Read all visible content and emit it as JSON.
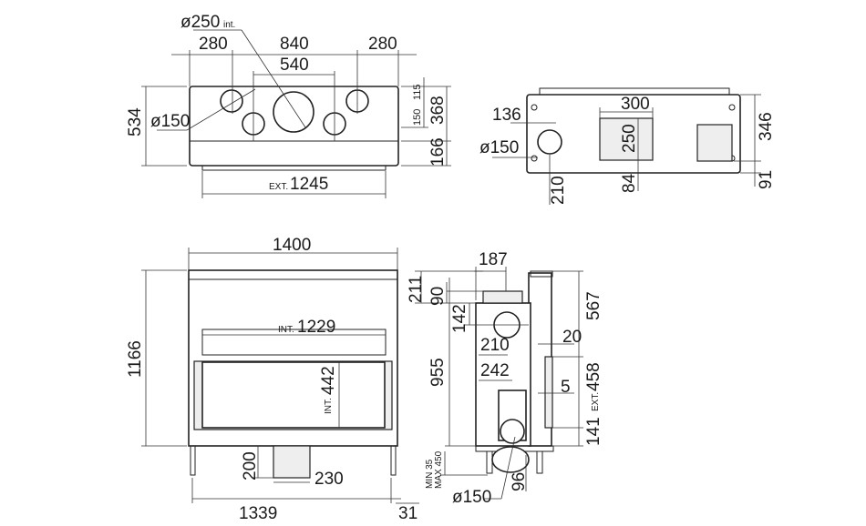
{
  "top_view": {
    "d250": "ø250",
    "d250_suffix": "int.",
    "w280a": "280",
    "w840": "840",
    "w280b": "280",
    "w540": "540",
    "d150": "ø150",
    "h534": "534",
    "h150": "150",
    "h115": "115",
    "h368": "368",
    "h166": "166",
    "ext_prefix": "EXT.",
    "ext1245": "1245"
  },
  "rear_view": {
    "w136": "136",
    "d150": "ø150",
    "w300": "300",
    "h250": "250",
    "h84": "84",
    "h210": "210",
    "h346": "346",
    "h91": "91"
  },
  "front_view": {
    "w1400": "1400",
    "h1166": "1166",
    "int_prefix": "INT.",
    "int1229": "1229",
    "int442": "442",
    "h200": "200",
    "w230": "230",
    "w1339": "1339",
    "w31": "31"
  },
  "side_view": {
    "w187": "187",
    "h211": "211",
    "h90": "90",
    "h142": "142",
    "w210": "210",
    "w242": "242",
    "h955": "955",
    "h567": "567",
    "w20": "20",
    "w5": "5",
    "ext_prefix": "EXT.",
    "h458": "458",
    "h141": "141",
    "min": "MIN 35",
    "max": "MAX 450",
    "h96": "96",
    "d150": "ø150"
  }
}
